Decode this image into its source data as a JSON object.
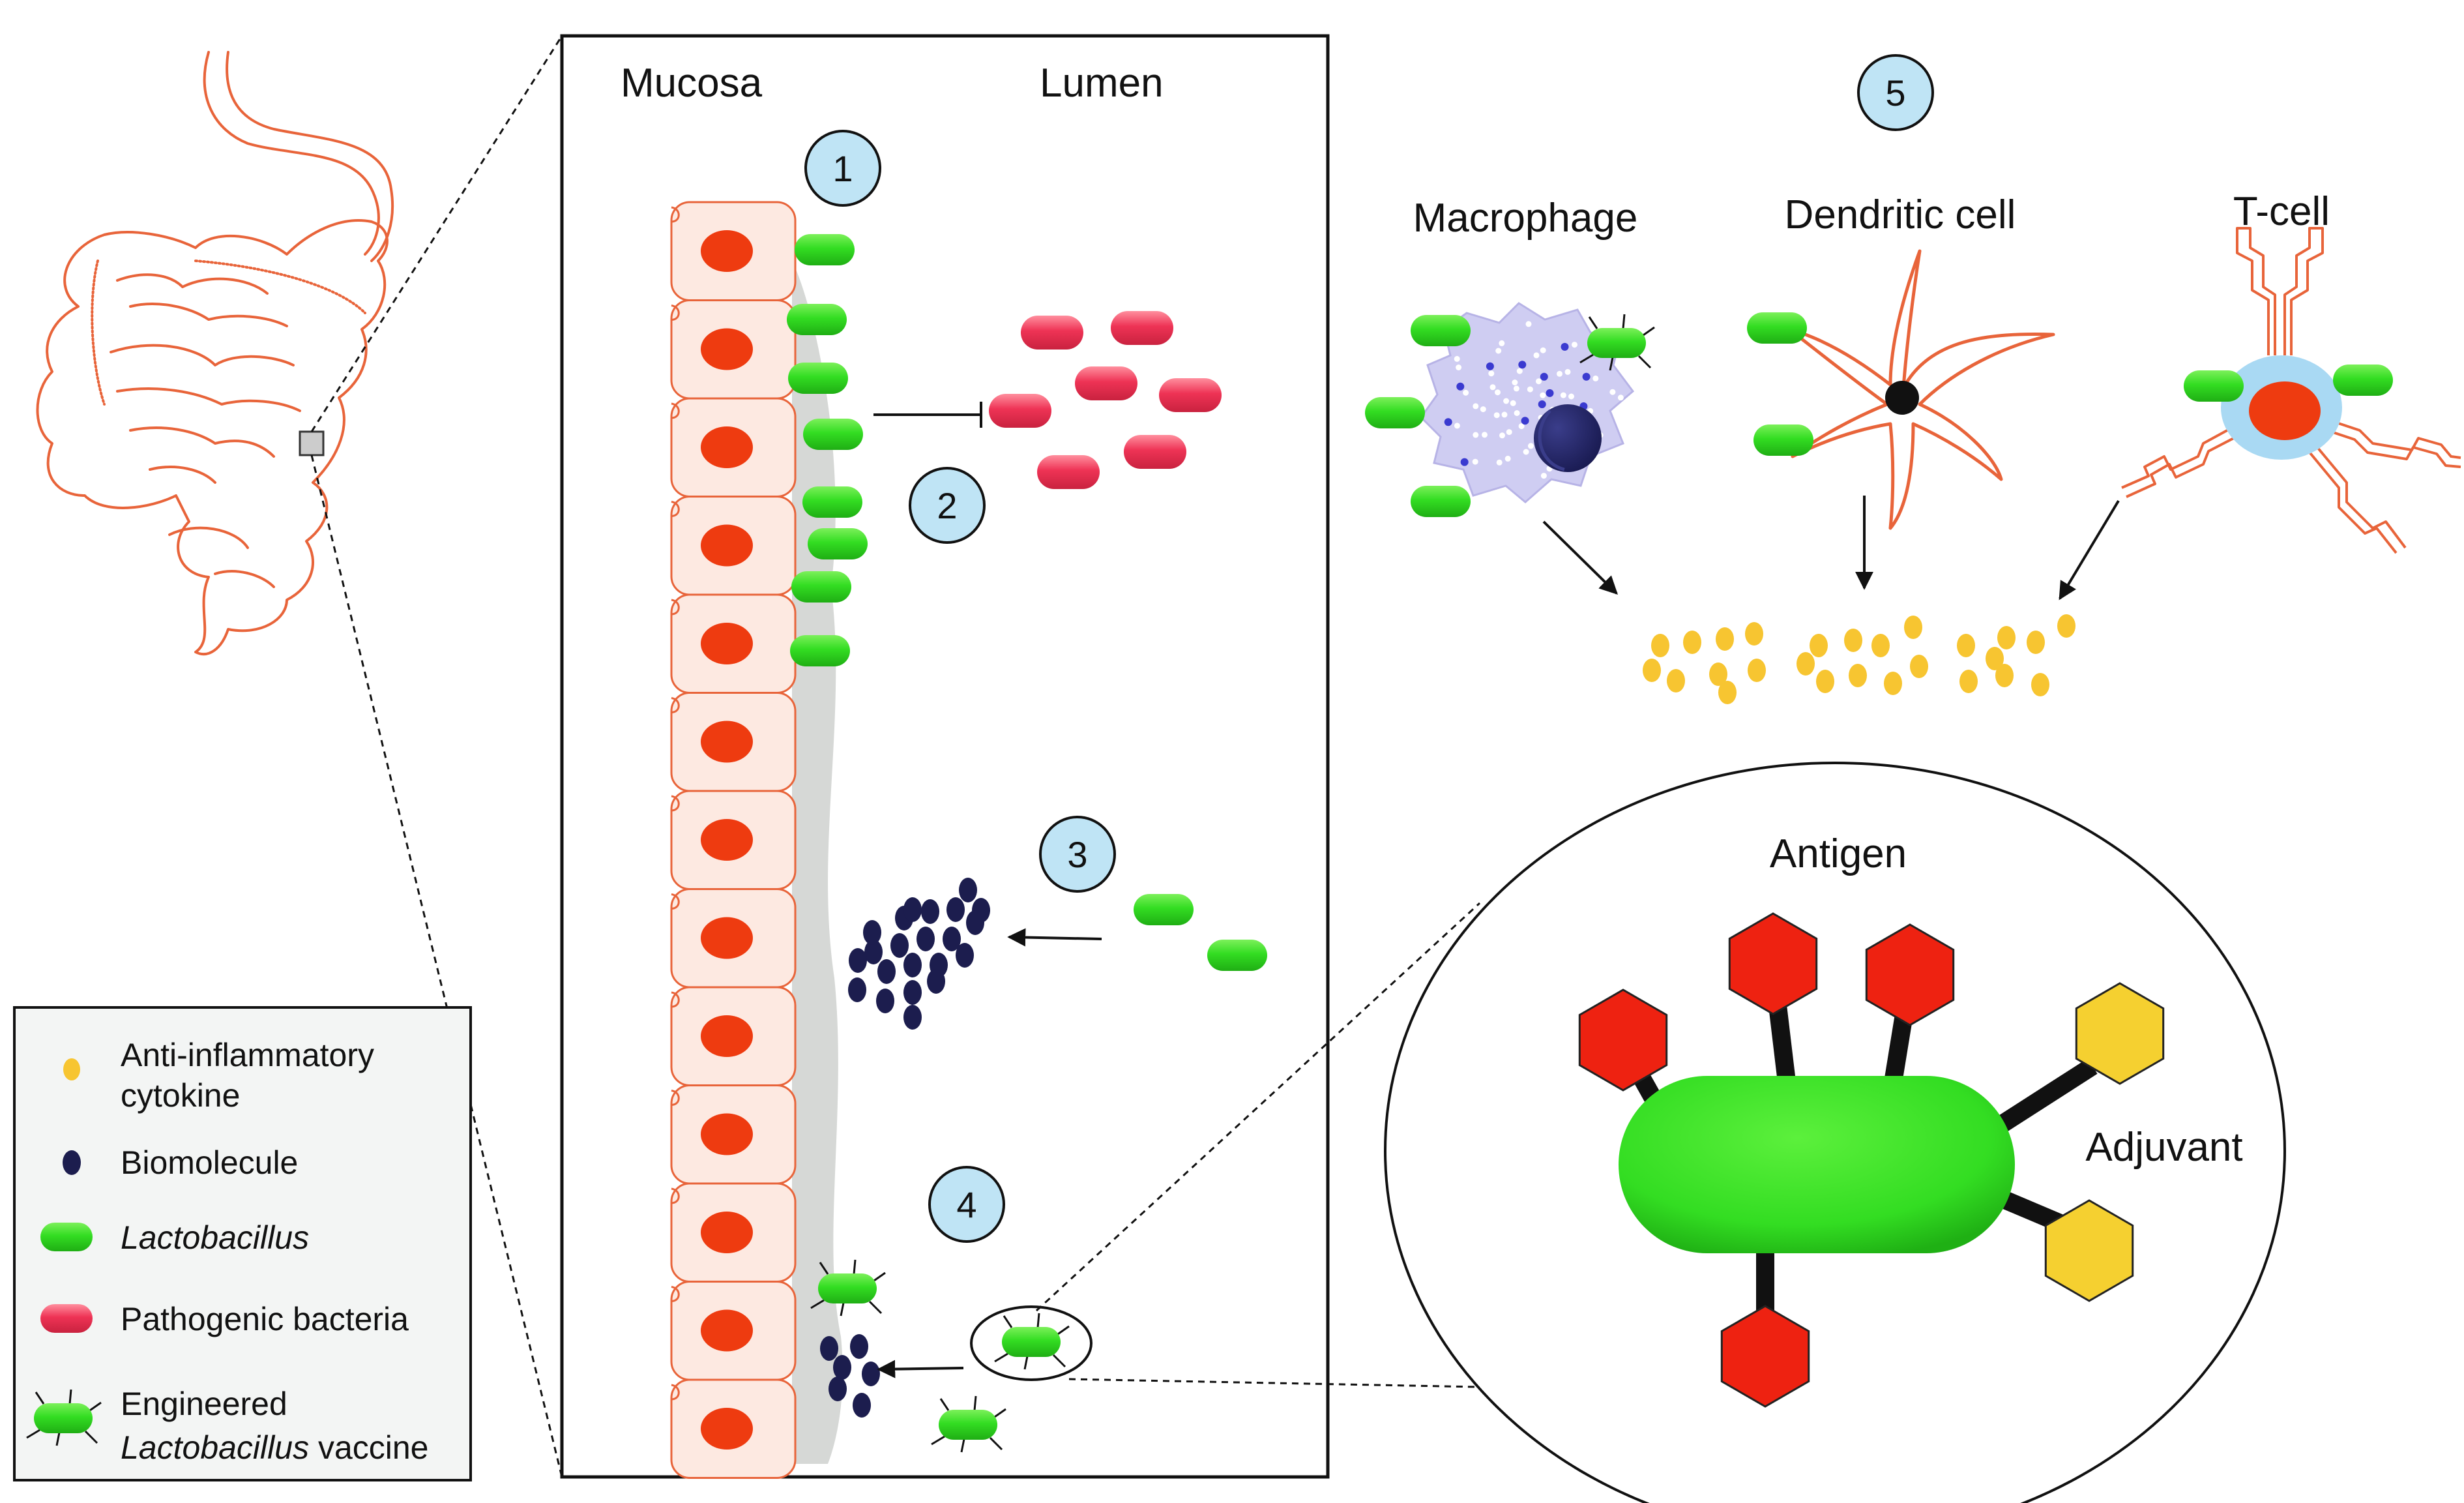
{
  "colors": {
    "lactobacillus": "#33dd22",
    "pathogen": "#ee3355",
    "cell_fill": "#fde9e1",
    "cell_stroke": "#e8643a",
    "nucleus": "#ee3b10",
    "mucus": "#d6d8d6",
    "step_badge": "#bfe4f5",
    "biomolecule": "#1c1d4e",
    "cytokine": "#f7c531",
    "antigen": "#ee2211",
    "adjuvant": "#f5d030",
    "legend_bg": "#f3f5f4",
    "macrophage": "#cfcdf2",
    "tcell_body": "#a9d9f3"
  },
  "labels": {
    "mucosa": "Mucosa",
    "lumen": "Lumen",
    "macrophage": "Macrophage",
    "dendritic_cell": "Dendritic cell",
    "t_cell": "T-cell",
    "antigen": "Antigen",
    "adjuvant": "Adjuvant"
  },
  "steps": [
    "1",
    "2",
    "3",
    "4",
    "5"
  ],
  "legend": {
    "cytokine_line1": "Anti-inflammatory",
    "cytokine_line2": "cytokine",
    "biomolecule": "Biomolecule",
    "lactobacillus": "Lactobacillus",
    "pathogenic": "Pathogenic bacteria",
    "vaccine_line1": "Engineered",
    "vaccine_line2_italic": "Lactobacillus",
    "vaccine_line2_rest": " vaccine"
  },
  "icons": [
    "intestine-icon",
    "epithelial-cell-icon",
    "macrophage-icon",
    "dendritic-cell-icon",
    "t-cell-icon",
    "engineered-bacterium-icon"
  ]
}
